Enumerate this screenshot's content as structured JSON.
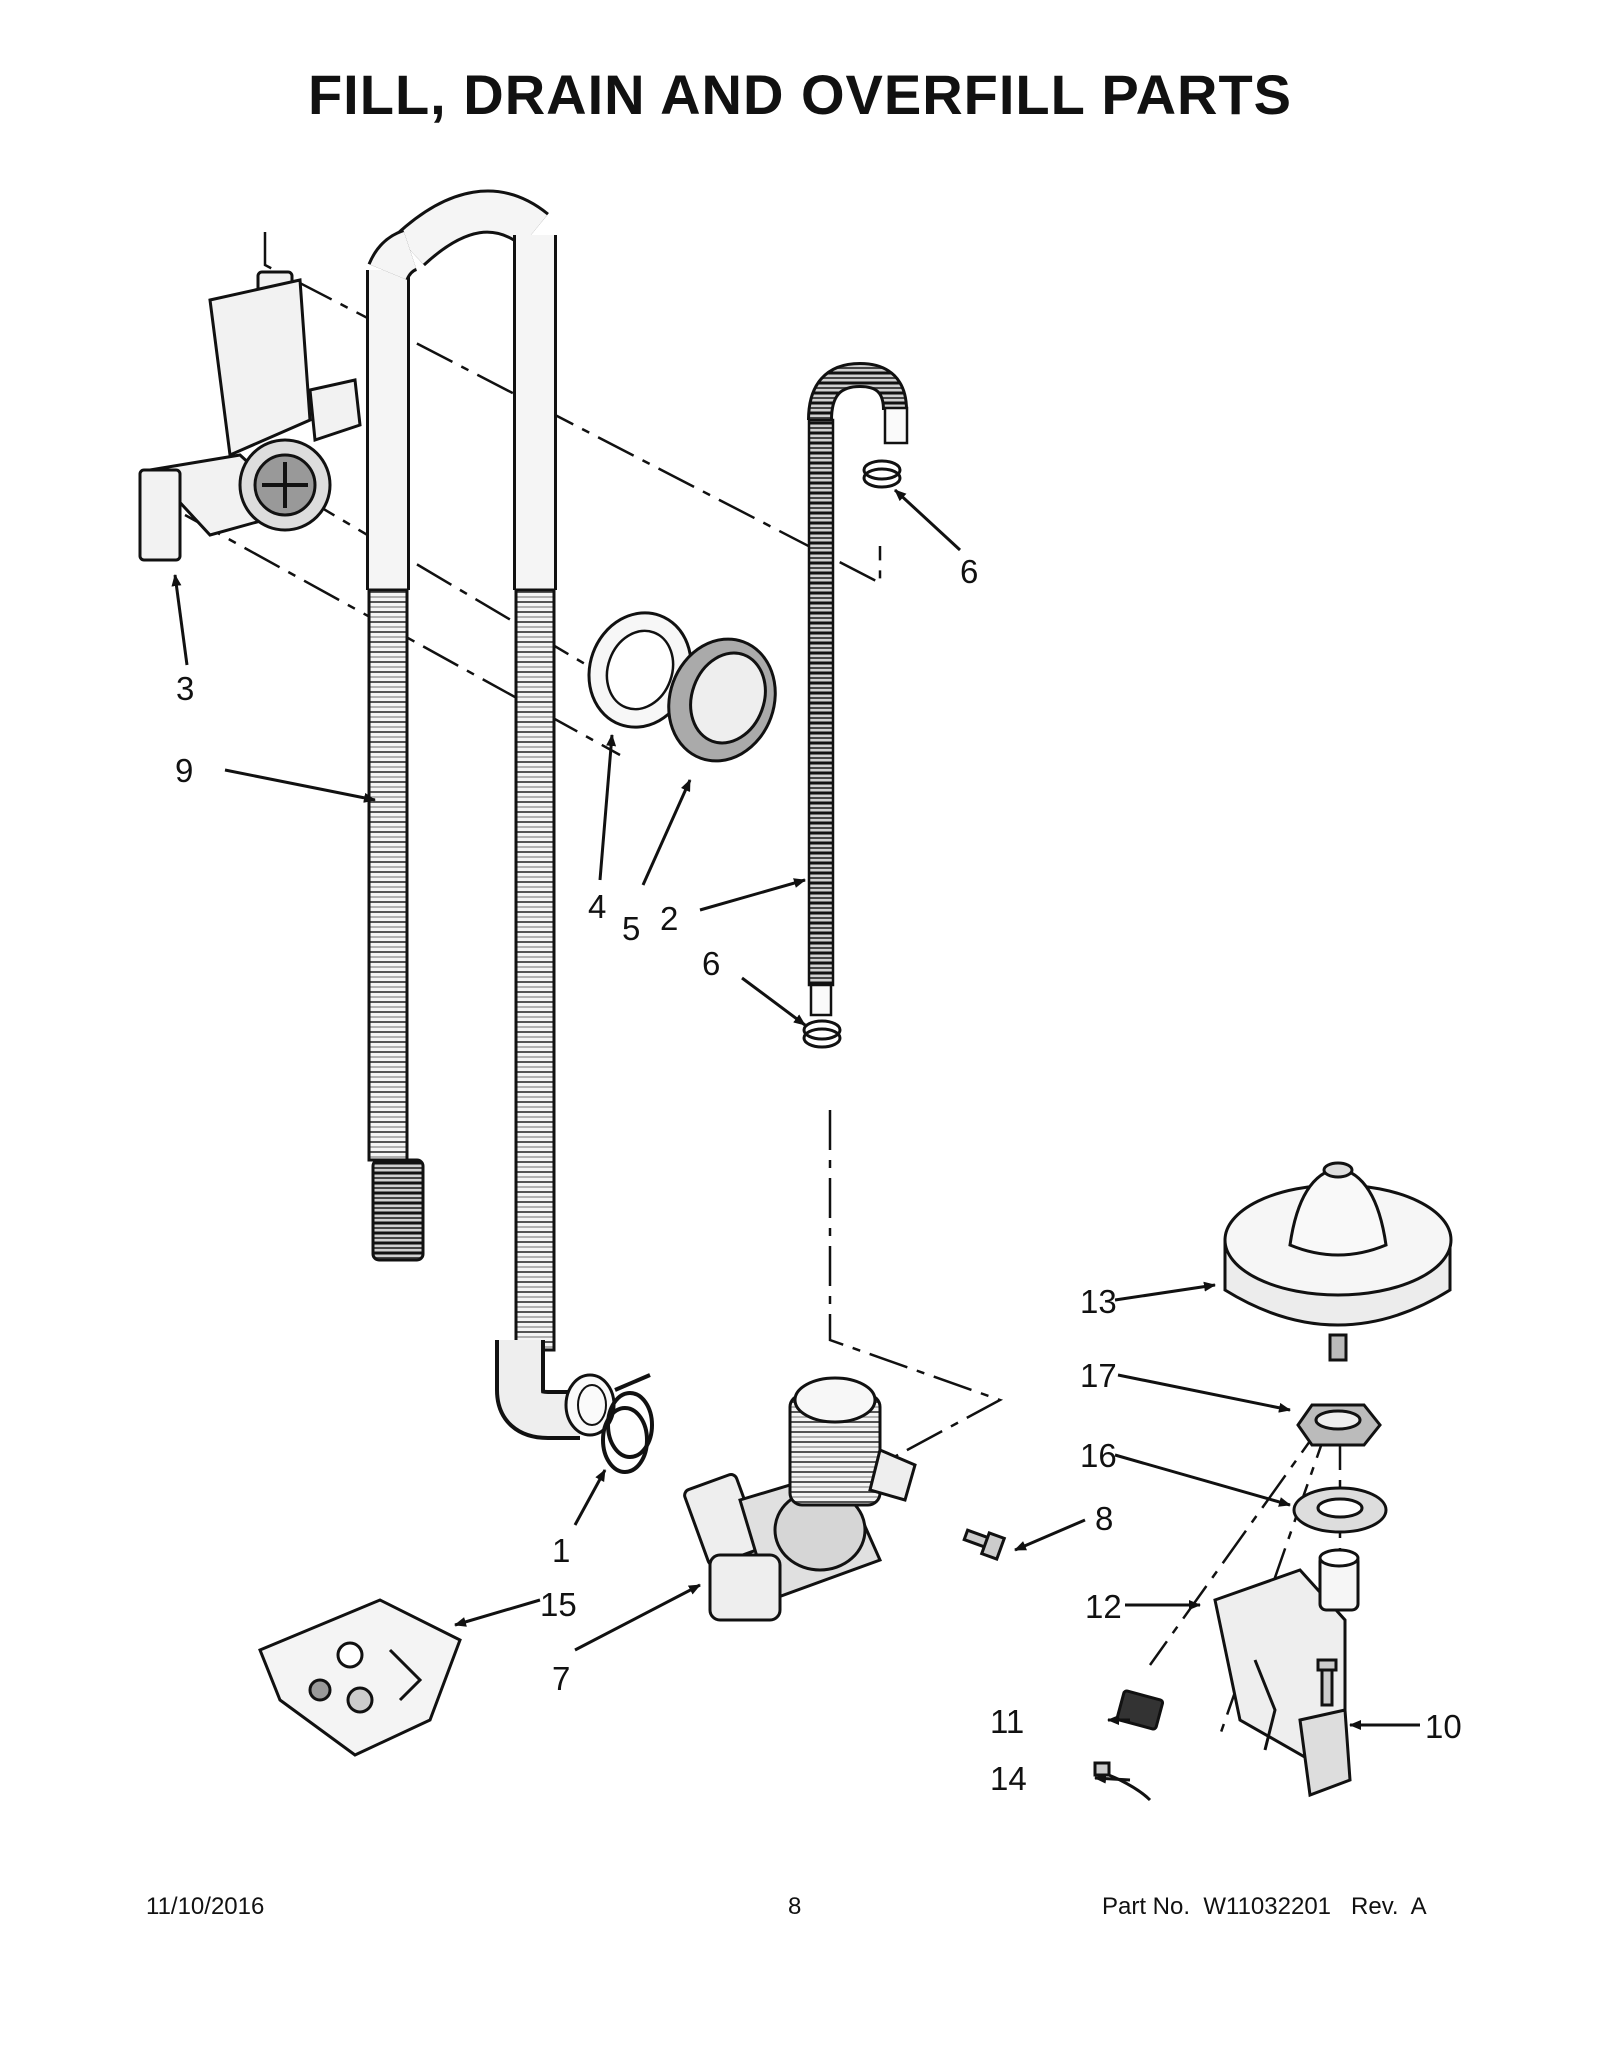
{
  "title": "FILL, DRAIN AND OVERFILL PARTS",
  "callouts": {
    "c1": "1",
    "c2": "2",
    "c3": "3",
    "c4": "4",
    "c5": "5",
    "c6a": "6",
    "c6b": "6",
    "c7": "7",
    "c8": "8",
    "c9": "9",
    "c10": "10",
    "c11": "11",
    "c12": "12",
    "c13": "13",
    "c14": "14",
    "c15": "15",
    "c16": "16",
    "c17": "17"
  },
  "footer": {
    "date": "11/10/2016",
    "page": "8",
    "part": "Part No.  W11032201   Rev.  A"
  }
}
